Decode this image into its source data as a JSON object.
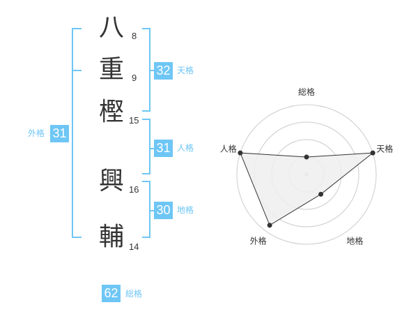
{
  "name": {
    "chars": [
      {
        "char": "八",
        "strokes": "8"
      },
      {
        "char": "重",
        "strokes": "9"
      },
      {
        "char": "樫",
        "strokes": "15"
      },
      {
        "char": "興",
        "strokes": "16"
      },
      {
        "char": "輔",
        "strokes": "14"
      }
    ]
  },
  "fortunes": {
    "tenkaku": {
      "value": "32",
      "label": "天格"
    },
    "jinkaku": {
      "value": "31",
      "label": "人格"
    },
    "chikaku": {
      "value": "30",
      "label": "地格"
    },
    "gaikaku": {
      "value": "31",
      "label": "外格"
    },
    "soukaku": {
      "value": "62",
      "label": "総格"
    }
  },
  "colors": {
    "accent": "#6ec6f5",
    "text": "#333333",
    "grid": "#cccccc",
    "fill": "#eeeeee"
  },
  "chart_data": {
    "type": "radar",
    "axes": [
      "総格",
      "天格",
      "地格",
      "外格",
      "人格"
    ],
    "scale_levels": 4,
    "values": [
      0.25,
      1.0,
      0.35,
      0.9,
      1.0
    ]
  }
}
